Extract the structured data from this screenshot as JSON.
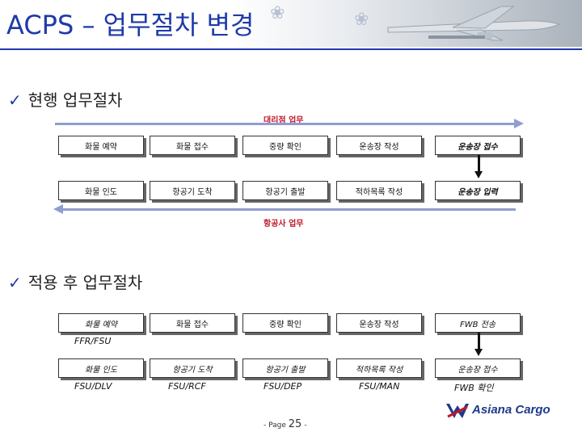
{
  "slide": {
    "title": "ACPS – 업무절차 변경",
    "section1": "현행 업무절차",
    "section2": "적용 후 업무절차",
    "agent_label": "대리점 업무",
    "airline_label": "항공사 업무",
    "footer_prefix": "- Page",
    "footer_num": "25",
    "footer_suffix": "-",
    "logo_text": "Asiana Cargo",
    "check_glyph": "✓"
  },
  "current": {
    "row1": [
      "화물 예약",
      "화물 접수",
      "중량 확인",
      "운송장 작성",
      "운송장 접수"
    ],
    "row2": [
      "화물 인도",
      "항공기 도착",
      "항공기 출발",
      "적하목록 작성",
      "운송장 입력"
    ]
  },
  "after": {
    "row1": [
      "화물 예약",
      "화물 접수",
      "중량 확인",
      "운송장 작성",
      "FWB 전송"
    ],
    "sub1": "FFR/FSU",
    "row2": [
      "화물 인도",
      "항공기 도착",
      "항공기 출발",
      "적하목록 작성",
      "운송장 접수"
    ],
    "row2_sub": [
      "FSU/DLV",
      "FSU/RCF",
      "FSU/DEP",
      "FSU/MAN",
      "FWB 확인"
    ]
  }
}
